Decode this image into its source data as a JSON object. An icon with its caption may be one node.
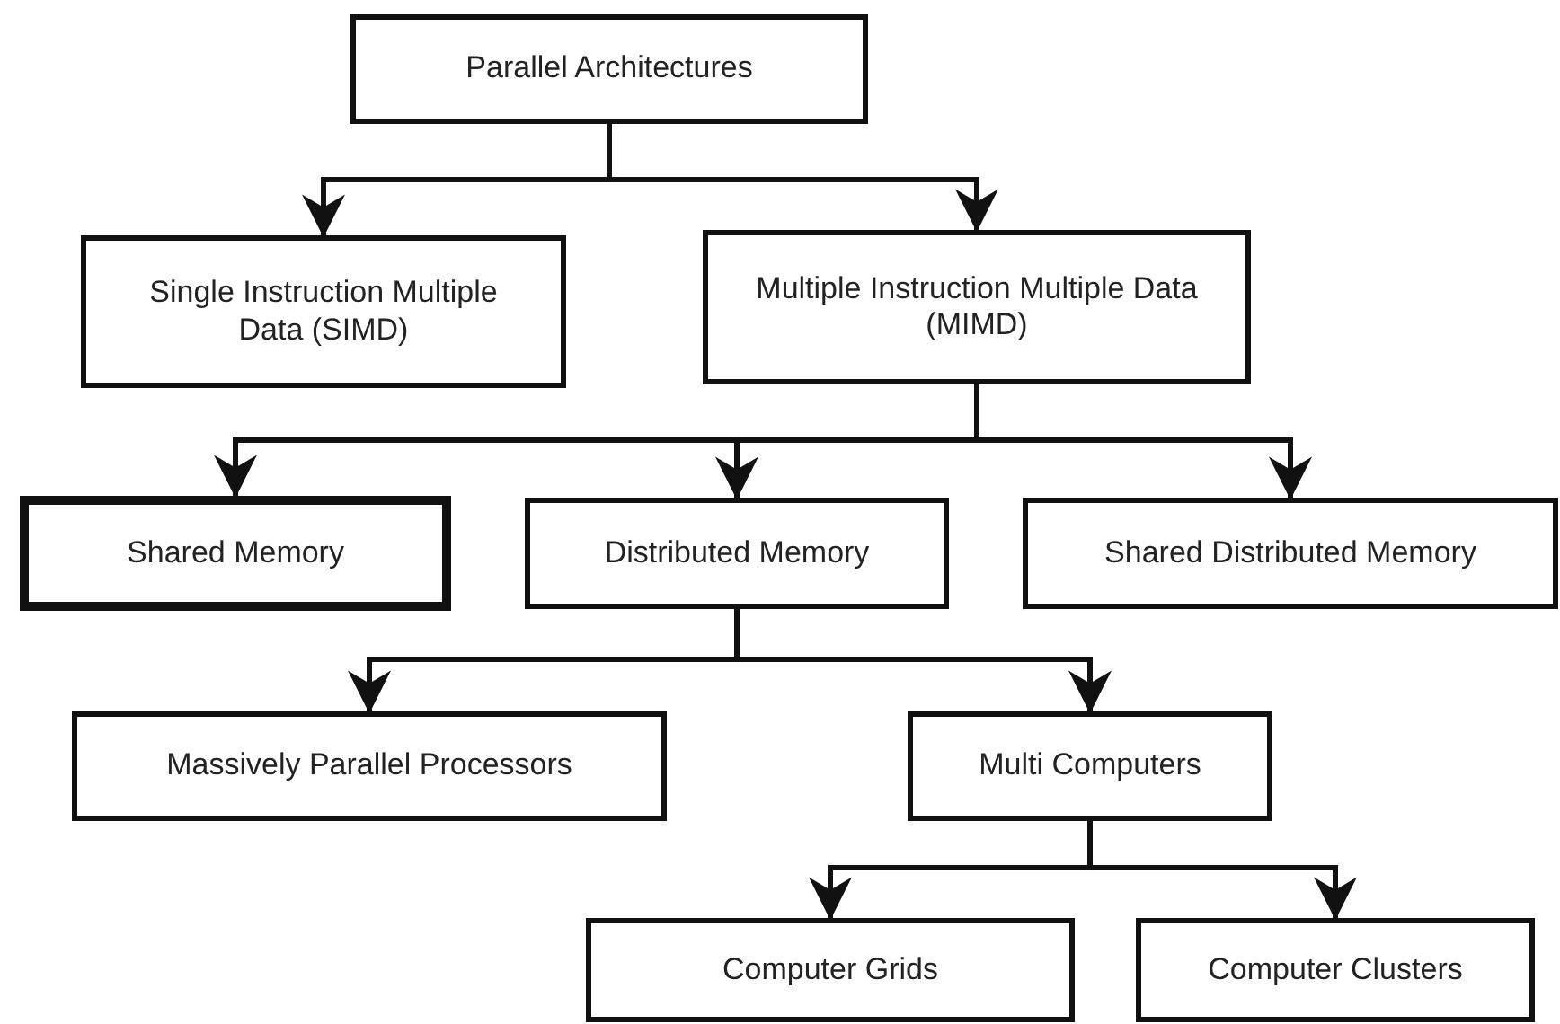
{
  "diagram": {
    "nodes": [
      {
        "text": [
          "Parallel Architectures"
        ]
      },
      {
        "text": [
          "Single Instruction Multiple Data (SIMD)"
        ]
      },
      {
        "text": [
          "Multiple Instruction Multiple Data (MIMD)"
        ]
      },
      {
        "text": [
          "Shared Memory"
        ]
      },
      {
        "text": [
          "Distributed Memory"
        ]
      },
      {
        "text": [
          "Shared Distributed Memory"
        ]
      },
      {
        "text": [
          "Massively Parallel Processors"
        ]
      },
      {
        "text": [
          "Multi Computers"
        ]
      },
      {
        "text": [
          "Computer Grids"
        ]
      },
      {
        "text": [
          "Computer Clusters"
        ]
      }
    ],
    "edges": [
      {
        "from": 0,
        "to": 1,
        "arrow": "to"
      },
      {
        "from": 0,
        "to": 2,
        "arrow": "to"
      },
      {
        "from": 2,
        "to": 3,
        "arrow": "to"
      },
      {
        "from": 2,
        "to": 4,
        "arrow": "to"
      },
      {
        "from": 2,
        "to": 5,
        "arrow": "to"
      },
      {
        "from": 4,
        "to": 6,
        "arrow": "to"
      },
      {
        "from": 4,
        "to": 7,
        "arrow": "to"
      },
      {
        "from": 7,
        "to": 8,
        "arrow": "to"
      },
      {
        "from": 7,
        "to": 9,
        "arrow": "to"
      }
    ]
  }
}
